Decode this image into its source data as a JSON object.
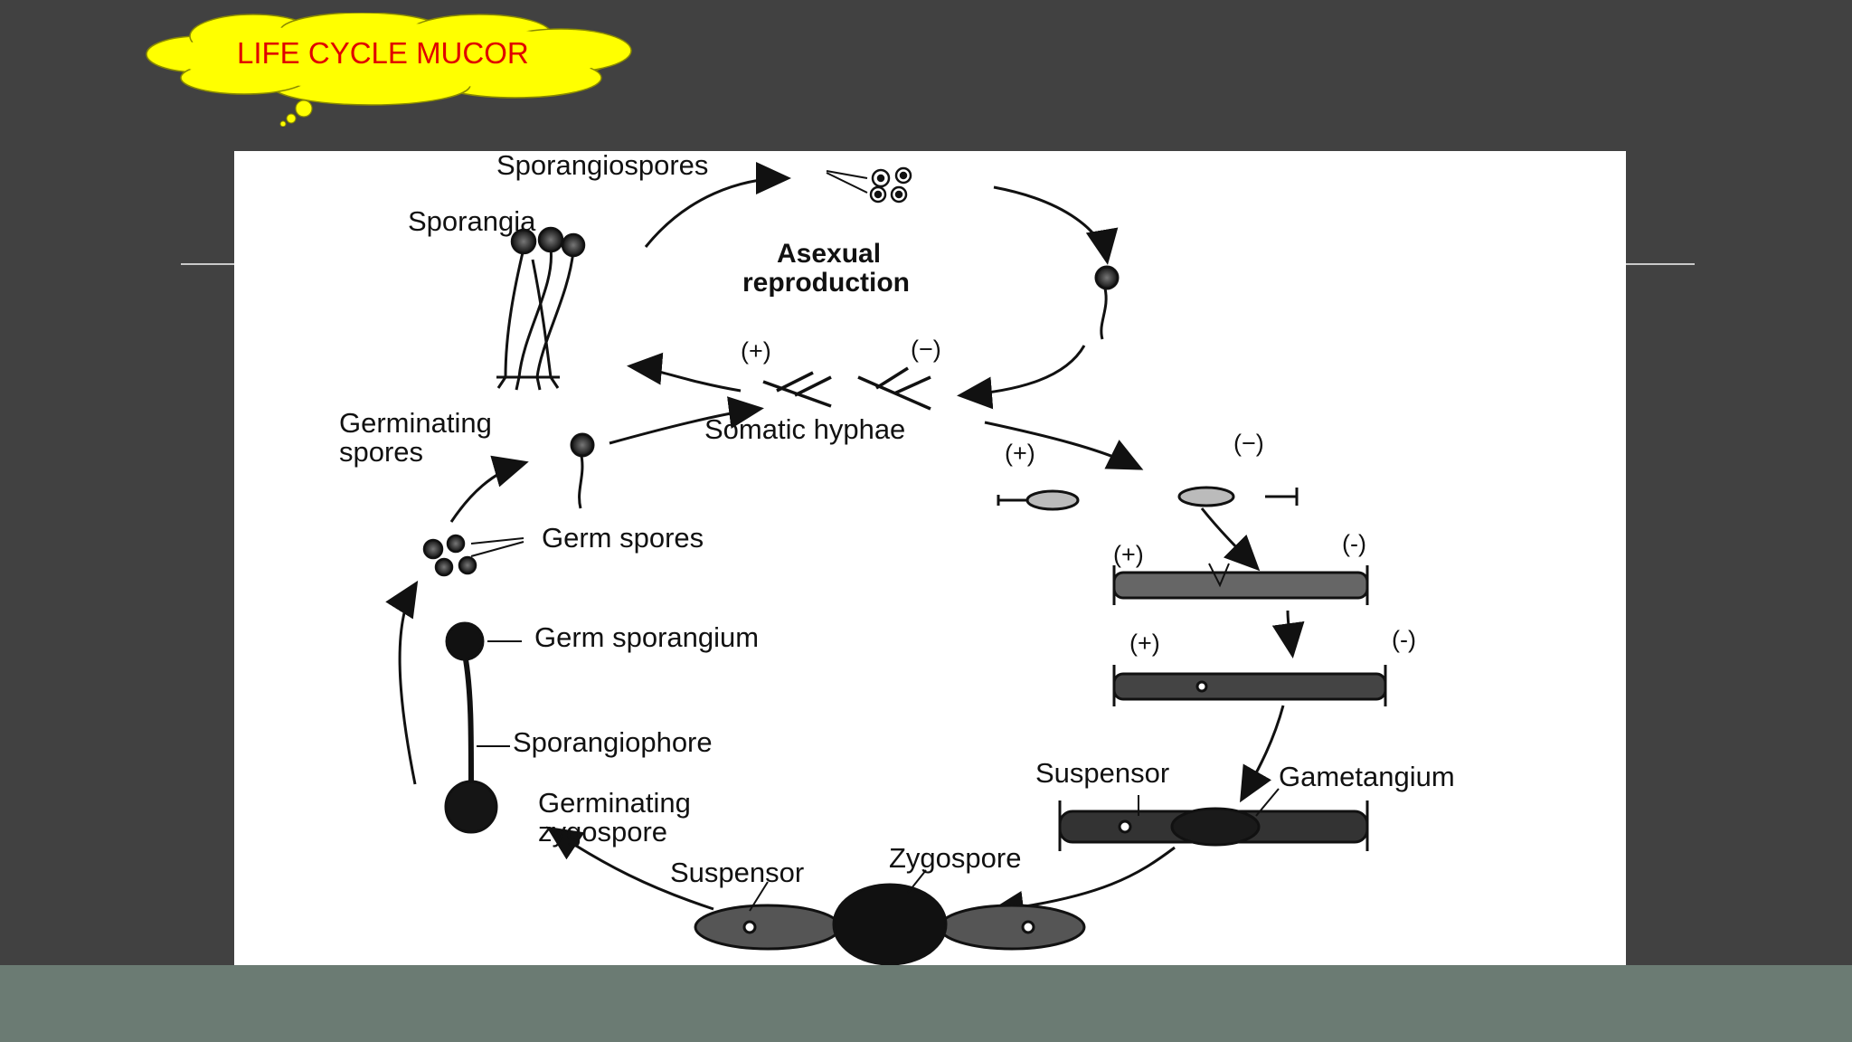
{
  "slide": {
    "title": "LIFE CYCLE MUCOR",
    "colors": {
      "background": "#414141",
      "footer": "#6b7b73",
      "cloud": "#ffff00",
      "title_text": "#e00000"
    }
  },
  "diagram": {
    "labels": {
      "sporangiospores": "Sporangiospores",
      "sporangia": "Sporangia",
      "asexual_line1": "Asexual",
      "asexual_line2": "reproduction",
      "plus": "(+)",
      "minus": "(−)",
      "minus_paren": "(-)",
      "germinating_spores_line1": "Germinating",
      "germinating_spores_line2": "spores",
      "somatic_hyphae": "Somatic hyphae",
      "germ_spores": "Germ spores",
      "germ_sporangium": "Germ sporangium",
      "sporangiophore": "Sporangiophore",
      "suspensor": "Suspensor",
      "gametangium": "Gametangium",
      "germinating_zygospore_line1": "Germinating",
      "germinating_zygospore_line2": "zygospore",
      "zygospore": "Zygospore"
    }
  }
}
